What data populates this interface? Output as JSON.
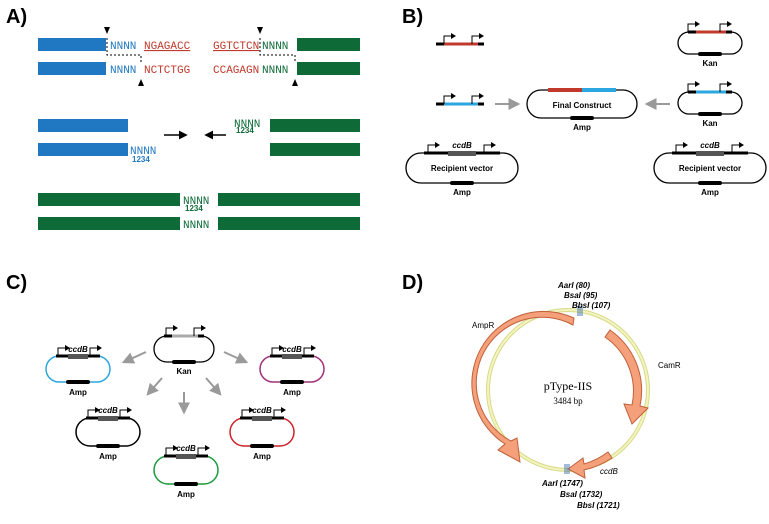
{
  "panels": {
    "a": "A)",
    "b": "B)",
    "c": "C)",
    "d": "D)"
  },
  "panel_a": {
    "top_left_overhang": "NNNN",
    "top_left_site": "NGAGACC",
    "bottom_left_overhang": "NNNN",
    "bottom_left_site": "NCTCTGG",
    "top_right_site": "GGTCTCN",
    "top_right_overhang": "NNNN",
    "bottom_right_site": "CCAGAGN",
    "bottom_right_overhang": "NNNN",
    "mid_left_overhang": "NNNN",
    "mid_right_overhang": "NNNN",
    "final_top": "NNNN",
    "final_bottom": "NNNN",
    "sub": "1234"
  },
  "panel_b": {
    "kan_top": "Kan",
    "kan_mid": "Kan",
    "final_construct": "Final Construct",
    "amp_final": "Amp",
    "recipient_left": "Recipient vector",
    "recipient_right": "Recipient vector",
    "ccdb_left": "ccdB",
    "ccdb_right": "ccdB",
    "amp_left": "Amp",
    "amp_right": "Amp"
  },
  "panel_c": {
    "kan": "Kan",
    "ccdb": "ccdB",
    "amp": "Amp"
  },
  "panel_d": {
    "plasmid_name": "pType-IIS",
    "plasmid_size": "3484 bp",
    "ampr": "AmpR",
    "camr": "CamR",
    "ccdb": "ccdB",
    "aari_top": "AarI (80)",
    "bsai_top": "BsaI (95)",
    "bbsi_top": "BbsI (107)",
    "aari_bot": "AarI (1747)",
    "bsai_bot": "BsaI (1732)",
    "bbsi_bot": "BbsI (1721)",
    "colors": {
      "arrow": "#f4a07a",
      "arrow_stroke": "#c0603a",
      "backbone": "#e6e890"
    }
  },
  "colors": {
    "blue": "#1f78c1",
    "green": "#0e6b38",
    "red": "#c0392b",
    "light_blue": "#2aa6e0"
  }
}
